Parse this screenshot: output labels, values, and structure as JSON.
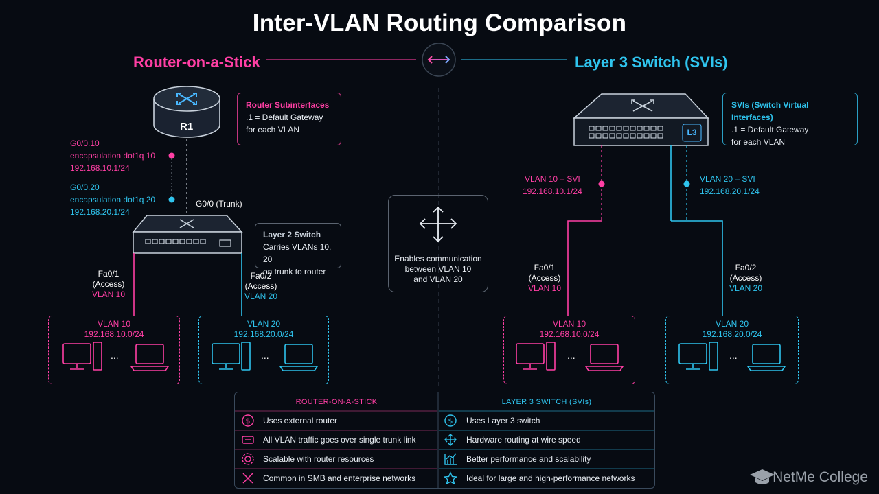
{
  "title": "Inter-VLAN Routing Comparison",
  "colors": {
    "pink": "#ff3fa4",
    "cyan": "#2fc4ee",
    "background": "#070b12"
  },
  "left": {
    "title": "Router-on-a-Stick",
    "router_label": "R1",
    "sub1": {
      "iface": "G0/0.10",
      "encap": "encapsulation dot1q 10",
      "ip": "192.168.10.1/24"
    },
    "sub2": {
      "iface": "G0/0.20",
      "encap": "encapsulation dot1q 20",
      "ip": "192.168.20.1/24"
    },
    "trunk_label": "G0/0 (Trunk)",
    "router_info": {
      "title": "Router Subinterfaces",
      "line1": ".1 = Default Gateway",
      "line2": "for each VLAN"
    },
    "switch_info": {
      "title": "Layer 2 Switch",
      "line1": "Carries VLANs 10, 20",
      "line2": "on trunk to router"
    },
    "port1": {
      "name": "Fa0/1",
      "mode": "(Access)",
      "vlan": "VLAN 10"
    },
    "port2": {
      "name": "Fa0/2",
      "mode": "(Access)",
      "vlan": "VLAN 20"
    },
    "vlan10": {
      "name": "VLAN 10",
      "subnet": "192.168.10.0/24",
      "dots": "..."
    },
    "vlan20": {
      "name": "VLAN 20",
      "subnet": "192.168.20.0/24",
      "dots": "..."
    }
  },
  "center": {
    "icon": "bidirectional-arrows-icon",
    "info_line1": "Enables communication",
    "info_line2": "between VLAN 10",
    "info_line3": "and VLAN 20"
  },
  "right": {
    "title": "Layer 3 Switch (SVIs)",
    "switch_badge": "L3",
    "svi_info": {
      "title": "SVIs (Switch Virtual Interfaces)",
      "line1": ".1 = Default Gateway",
      "line2": "for each VLAN"
    },
    "svi10": {
      "name": "VLAN 10 – SVI",
      "ip": "192.168.10.1/24"
    },
    "svi20": {
      "name": "VLAN 20 – SVI",
      "ip": "192.168.20.1/24"
    },
    "port1": {
      "name": "Fa0/1",
      "mode": "(Access)",
      "vlan": "VLAN 10"
    },
    "port2": {
      "name": "Fa0/2",
      "mode": "(Access)",
      "vlan": "VLAN 20"
    },
    "vlan10": {
      "name": "VLAN 10",
      "subnet": "192.168.10.0/24",
      "dots": "..."
    },
    "vlan20": {
      "name": "VLAN 20",
      "subnet": "192.168.20.0/24",
      "dots": "..."
    }
  },
  "comparison": {
    "left_header": "ROUTER-ON-A-STICK",
    "right_header": "LAYER 3 SWITCH (SVIs)",
    "left_rows": [
      {
        "icon": "dollar-icon",
        "text": "Uses external router"
      },
      {
        "icon": "trunk-link-icon",
        "text": "All VLAN traffic goes over single trunk link"
      },
      {
        "icon": "gear-icon",
        "text": "Scalable with router resources"
      },
      {
        "icon": "tools-icon",
        "text": "Common in SMB and enterprise networks"
      }
    ],
    "right_rows": [
      {
        "icon": "dollar-icon",
        "text": "Uses Layer 3 switch"
      },
      {
        "icon": "move-arrows-icon",
        "text": "Hardware routing at wire speed"
      },
      {
        "icon": "chart-icon",
        "text": "Better performance and scalability"
      },
      {
        "icon": "star-icon",
        "text": "Ideal for large and high-performance networks"
      }
    ]
  },
  "watermark": {
    "icon": "graduation-cap-icon",
    "text": "NetMe College"
  }
}
